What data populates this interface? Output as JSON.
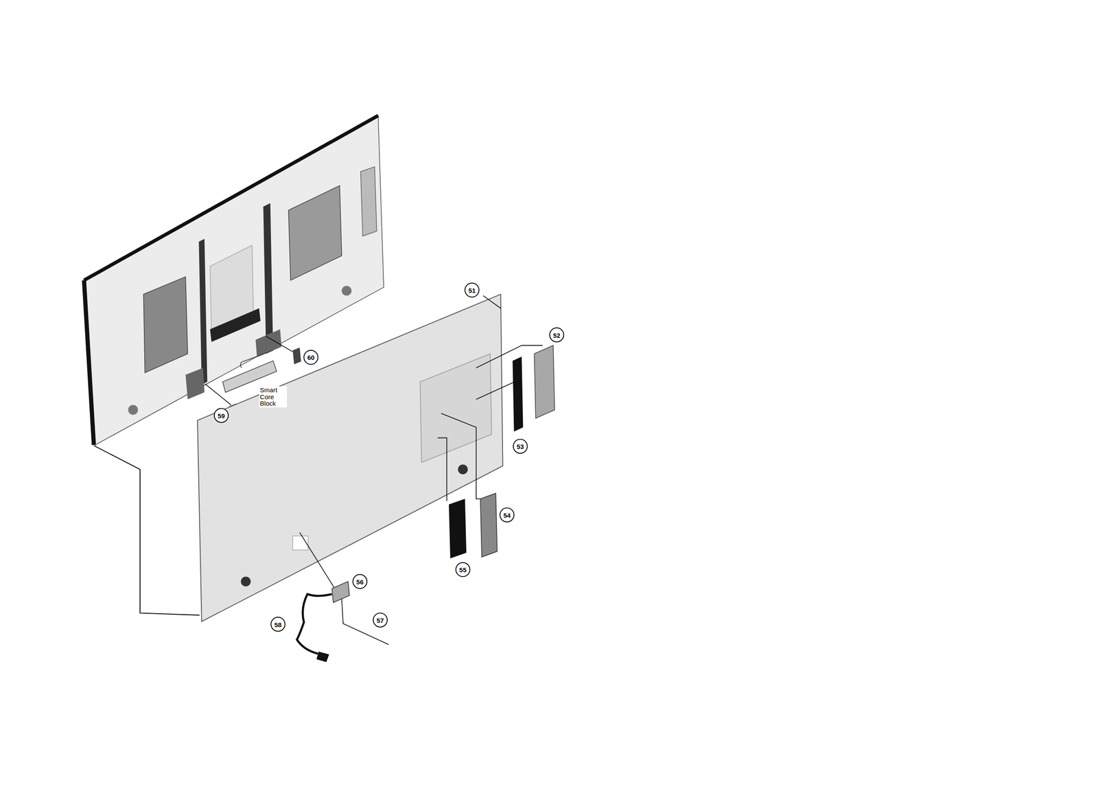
{
  "diagram": {
    "labels": [
      "51",
      "52",
      "60",
      "Smart Core Block",
      "53",
      "59",
      "54",
      "55",
      "56",
      "58",
      "57"
    ]
  }
}
